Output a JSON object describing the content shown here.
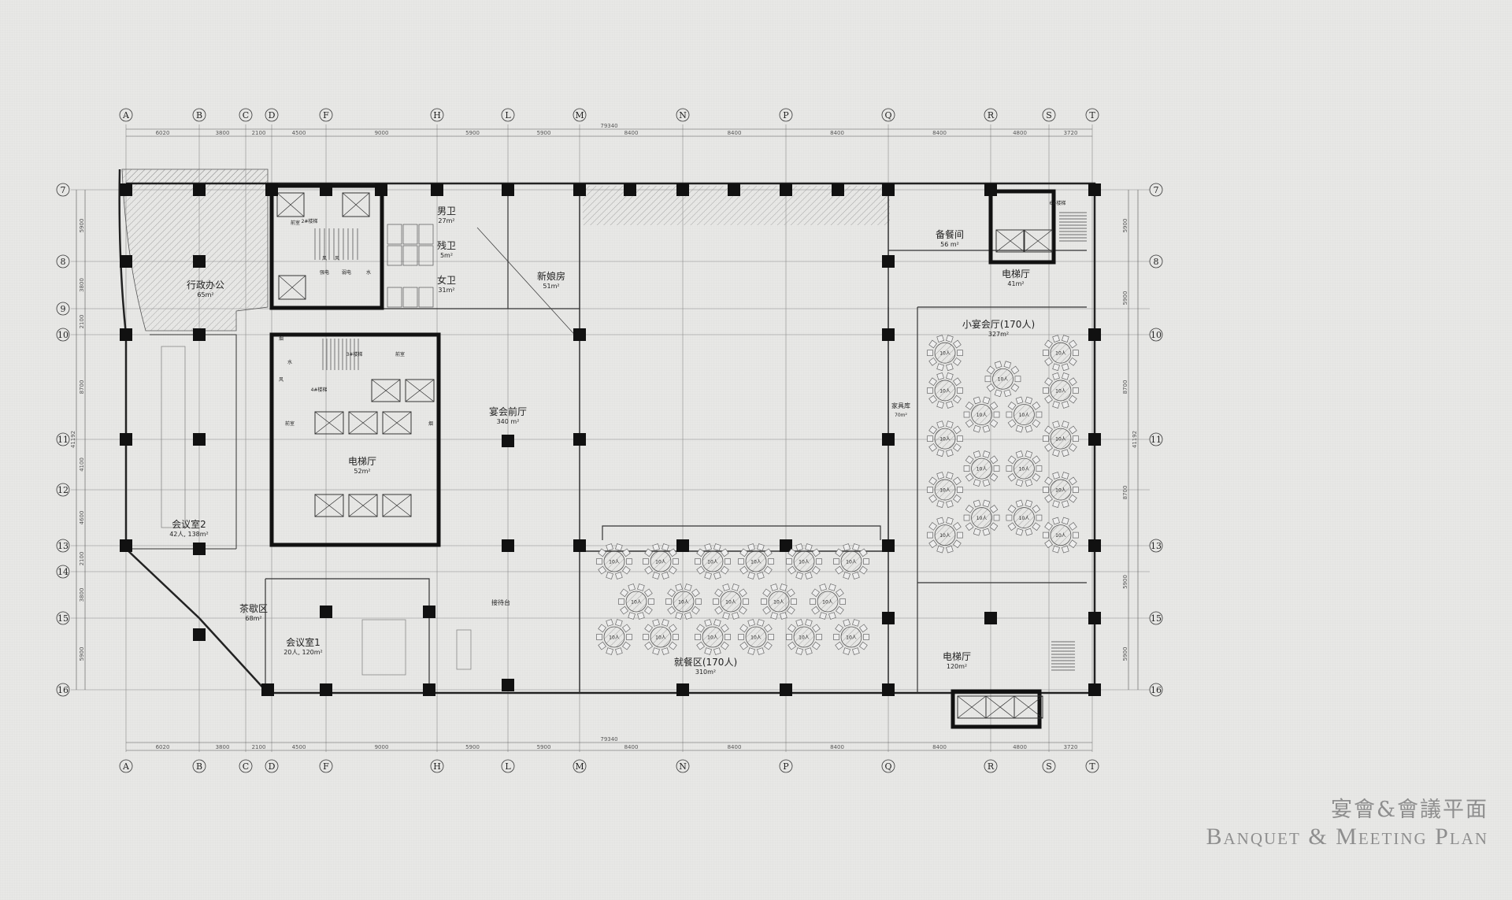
{
  "title": {
    "cn": "宴會&會議平面",
    "en": "Banquet & Meeting Plan"
  },
  "grid": {
    "columns": [
      {
        "label": "A",
        "spacing": "6020"
      },
      {
        "label": "B",
        "spacing": "3800"
      },
      {
        "label": "C",
        "spacing": "2100"
      },
      {
        "label": "D",
        "spacing": "4500"
      },
      {
        "label": "F",
        "spacing": "9000"
      },
      {
        "label": "H",
        "spacing": "5900"
      },
      {
        "label": "L",
        "spacing": "5900"
      },
      {
        "label": "M",
        "spacing": "8400"
      },
      {
        "label": "N",
        "spacing": "8400"
      },
      {
        "label": "P",
        "spacing": "8400"
      },
      {
        "label": "Q",
        "spacing": "8400"
      },
      {
        "label": "R",
        "spacing": "4800"
      },
      {
        "label": "S",
        "spacing": "3720"
      },
      {
        "label": "T",
        "spacing": ""
      }
    ],
    "total_width": "79340",
    "rows": [
      "7",
      "8",
      "9",
      "10",
      "11",
      "12",
      "13",
      "14",
      "15",
      "16"
    ],
    "left_spacings": [
      "5900",
      "3800",
      "2100",
      "8700",
      "4100",
      "4600",
      "2100",
      "3800",
      "5900"
    ],
    "left_total": "41192",
    "right_rows": [
      "7",
      "8",
      "10",
      "11",
      "13",
      "15",
      "16"
    ],
    "right_spacings": [
      "5900",
      "5900",
      "8700",
      "8700",
      "5900",
      "5900"
    ],
    "right_total": "41192"
  },
  "rooms": [
    {
      "name": "行政办公",
      "area": "65m²"
    },
    {
      "name": "男卫",
      "area": "27m²"
    },
    {
      "name": "残卫",
      "area": "5m²"
    },
    {
      "name": "女卫",
      "area": "31m²"
    },
    {
      "name": "新娘房",
      "area": "51m²"
    },
    {
      "name": "宴会前厅",
      "area": "340 m²"
    },
    {
      "name": "电梯厅",
      "area": "52m²"
    },
    {
      "name": "会议室2",
      "area": "42人, 138m²"
    },
    {
      "name": "茶歇区",
      "area": "68m²"
    },
    {
      "name": "会议室1",
      "area": "20人, 120m²"
    },
    {
      "name": "接待台",
      "area": ""
    },
    {
      "name": "就餐区(170人)",
      "area": "310m²"
    },
    {
      "name": "备餐间",
      "area": "56 m²"
    },
    {
      "name": "电梯厅",
      "area": "41m²"
    },
    {
      "name": "小宴会厅(170人)",
      "area": "327m²"
    },
    {
      "name": "家具库",
      "area": "70m²"
    },
    {
      "name": "电梯厅",
      "area": "120m²"
    }
  ],
  "small_labels": [
    "前室",
    "2#楼梯",
    "风",
    "风",
    "强电",
    "弱电",
    "水",
    "3#楼梯",
    "前室",
    "水",
    "烟",
    "风",
    "4#楼梯",
    "前室",
    "烟",
    "6#楼梯"
  ],
  "table_label": "10人",
  "dining_tables": 17,
  "small_hall_tables": 17
}
